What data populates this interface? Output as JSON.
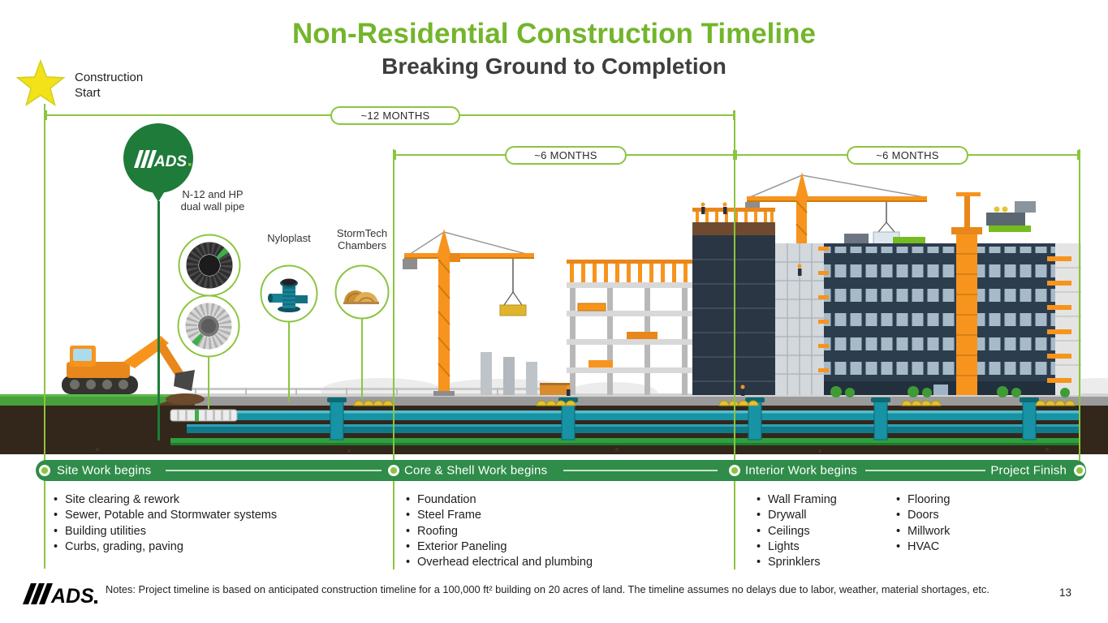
{
  "page": {
    "number": "13"
  },
  "header": {
    "title": "Non-Residential Construction Timeline",
    "subtitle": "Breaking Ground to Completion"
  },
  "start_marker": {
    "label": "Construction\nStart"
  },
  "timeline": {
    "spans": [
      {
        "label": "~12 MONTHS"
      },
      {
        "label": "~6 MONTHS"
      },
      {
        "label": "~6 MONTHS"
      }
    ]
  },
  "brand": {
    "name": "ADS"
  },
  "product_callouts": [
    {
      "label": "N-12 and HP\ndual wall pipe"
    },
    {
      "label": "Nyloplast"
    },
    {
      "label": "StormTech\nChambers"
    }
  ],
  "milestones": [
    {
      "label": "Site Work begins",
      "items": [
        "Site clearing & rework",
        "Sewer, Potable and Stormwater systems",
        "Building utilities",
        "Curbs, grading, paving"
      ]
    },
    {
      "label": "Core & Shell Work begins",
      "items": [
        "Foundation",
        "Steel Frame",
        "Roofing",
        "Exterior Paneling",
        "Overhead electrical and plumbing"
      ]
    },
    {
      "label": "Interior Work begins",
      "items_col1": [
        "Wall Framing",
        "Drywall",
        "Ceilings",
        "Lights",
        "Sprinklers"
      ],
      "items_col2": [
        "Flooring",
        "Doors",
        "Millwork",
        "HVAC"
      ]
    },
    {
      "label": "Project Finish"
    }
  ],
  "footer": {
    "notes": "Notes: Project timeline is based on anticipated construction timeline for a 100,000 ft² building on 20 acres of land. The timeline assumes no delays due to labor, weather, material shortages, etc."
  },
  "colors": {
    "title_green": "#73b52b",
    "line_green": "#8bc53f",
    "bar_green": "#2f8c49",
    "balloon_green": "#1e7b39",
    "orange": "#f7941d",
    "teal": "#1793a5",
    "star_yellow": "#f3e11a",
    "text_dark": "#222222"
  }
}
